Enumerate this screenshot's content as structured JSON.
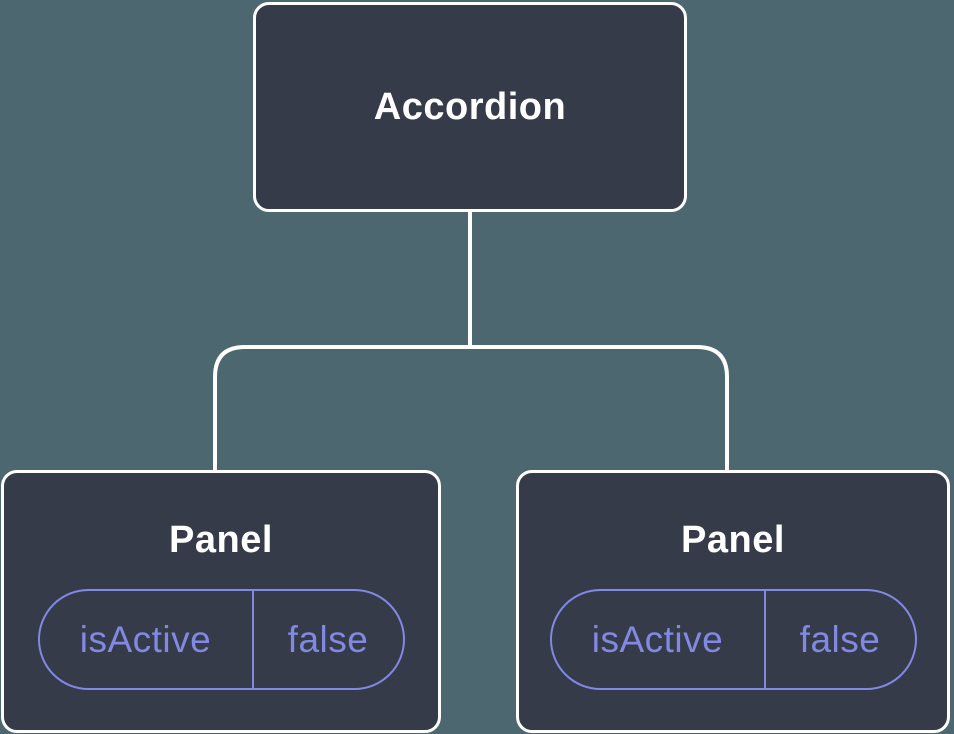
{
  "colors": {
    "background": "#4d6770",
    "node_fill": "#353b48",
    "node_border": "#ffffff",
    "node_text": "#ffffff",
    "prop_accent": "#8189e2",
    "connector": "#ffffff"
  },
  "tree": {
    "root": {
      "label": "Accordion"
    },
    "children": [
      {
        "label": "Panel",
        "props": [
          {
            "name": "isActive",
            "value": "false"
          }
        ]
      },
      {
        "label": "Panel",
        "props": [
          {
            "name": "isActive",
            "value": "false"
          }
        ]
      }
    ]
  }
}
